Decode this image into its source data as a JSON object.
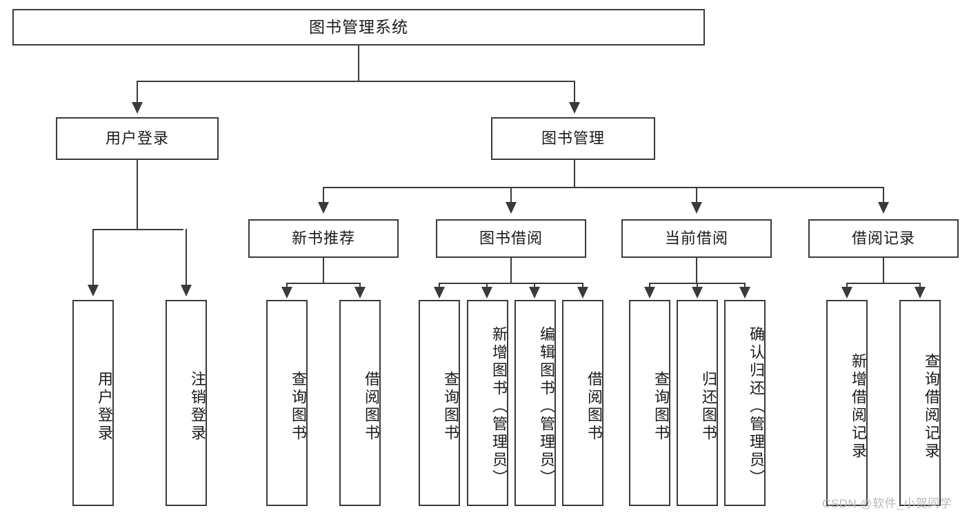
{
  "diagram": {
    "type": "tree",
    "title": "图书管理系统",
    "root": {
      "label": "图书管理系统"
    },
    "level1": [
      {
        "label": "用户登录"
      },
      {
        "label": "图书管理"
      }
    ],
    "level2": [
      {
        "label": "新书推荐"
      },
      {
        "label": "图书借阅"
      },
      {
        "label": "当前借阅"
      },
      {
        "label": "借阅记录"
      }
    ],
    "leaves": {
      "user_login": [
        {
          "label": "用户登录"
        },
        {
          "label": "注销登录"
        }
      ],
      "new_book_recommend": [
        {
          "label": "查询图书"
        },
        {
          "label": "借阅图书"
        }
      ],
      "book_borrow": [
        {
          "label": "查询图书"
        },
        {
          "label": "新增图书（管理员）"
        },
        {
          "label": "编辑图书（管理员）"
        },
        {
          "label": "借阅图书"
        }
      ],
      "current_borrow": [
        {
          "label": "查询图书"
        },
        {
          "label": "归还图书"
        },
        {
          "label": "确认归还（管理员）"
        }
      ],
      "borrow_record": [
        {
          "label": "新增借阅记录"
        },
        {
          "label": "查询借阅记录"
        }
      ]
    }
  },
  "watermark": {
    "text": "CSDN @软件_小贺同学"
  },
  "colors": {
    "border": "#3a3a3a",
    "background": "#ffffff",
    "text": "#1a1a1a",
    "watermark": "#b9b9b9"
  }
}
